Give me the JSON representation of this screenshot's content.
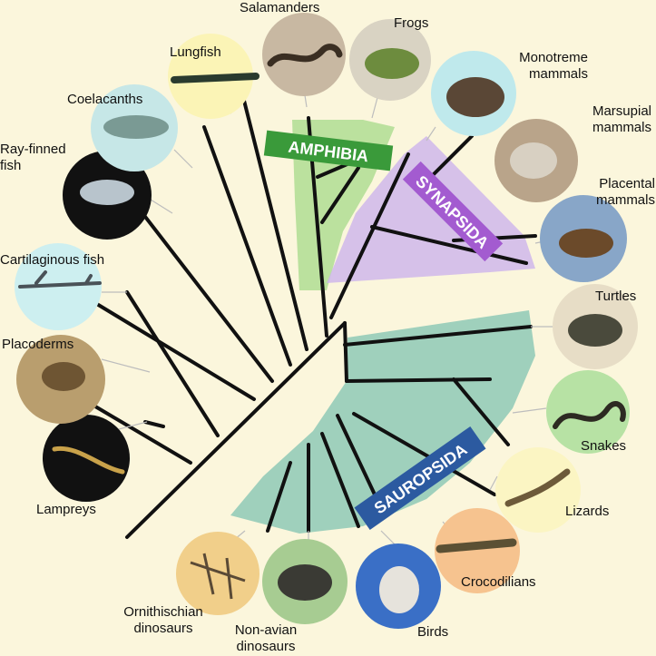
{
  "taxa": [
    {
      "id": "salamanders",
      "label": "Salamanders",
      "photo": "salamander-icon",
      "bg": "#c8b8a2"
    },
    {
      "id": "frogs",
      "label": "Frogs",
      "photo": "frog-icon",
      "bg": "#d9d3c3"
    },
    {
      "id": "monotremes",
      "label": "Monotreme mammals",
      "photo": "echidna-icon",
      "bg": "#bfe9ec"
    },
    {
      "id": "marsupials",
      "label": "Marsupial mammals",
      "photo": "opossum-icon",
      "bg": "#b9a48a"
    },
    {
      "id": "placentals",
      "label": "Placental mammals",
      "photo": "deer-icon",
      "bg": "#88a6c8"
    },
    {
      "id": "turtles",
      "label": "Turtles",
      "photo": "turtle-icon",
      "bg": "#e7ddc6"
    },
    {
      "id": "snakes",
      "label": "Snakes",
      "photo": "snake-icon",
      "bg": "#b7e2a4"
    },
    {
      "id": "lizards",
      "label": "Lizards",
      "photo": "lizard-icon",
      "bg": "#fbf5c3"
    },
    {
      "id": "crocodilians",
      "label": "Crocodilians",
      "photo": "crocodile-icon",
      "bg": "#f6c38f"
    },
    {
      "id": "birds",
      "label": "Birds",
      "photo": "pelican-icon",
      "bg": "#3a6fc6"
    },
    {
      "id": "nonavian",
      "label": "Non-avian dinosaurs",
      "photo": "dinosaur-skull-icon",
      "bg": "#a7cc92"
    },
    {
      "id": "ornithischian",
      "label": "Ornithischian dinosaurs",
      "photo": "ornithischian-icon",
      "bg": "#f1cf8a"
    },
    {
      "id": "lampreys",
      "label": "Lampreys",
      "photo": "lamprey-icon",
      "bg": "#111111"
    },
    {
      "id": "placoderms",
      "label": "Placoderms",
      "photo": "placoderm-fossil-icon",
      "bg": "#b99e6e"
    },
    {
      "id": "cartilaginous",
      "label": "Cartilaginous fish",
      "photo": "shark-icon",
      "bg": "#cdeff0"
    },
    {
      "id": "rayfinned",
      "label": "Ray-finned fish",
      "photo": "fish-icon",
      "bg": "#111111"
    },
    {
      "id": "coelacanths",
      "label": "Coelacanths",
      "photo": "coelacanth-icon",
      "bg": "#c6e7e7"
    },
    {
      "id": "lungfish",
      "label": "Lungfish",
      "photo": "lungfish-icon",
      "bg": "#fbf4b6"
    }
  ],
  "groups": [
    {
      "id": "amphibia",
      "label": "AMPHIBIA",
      "color": "#3a9a3a",
      "tint": "#a6d98a"
    },
    {
      "id": "synapsida",
      "label": "SYNAPSIDA",
      "color": "#a35bd0",
      "tint": "#cdb4ec"
    },
    {
      "id": "sauropsida",
      "label": "SAUROPSIDA",
      "color": "#2c5aa0",
      "tint": "#8ec9b6"
    }
  ]
}
